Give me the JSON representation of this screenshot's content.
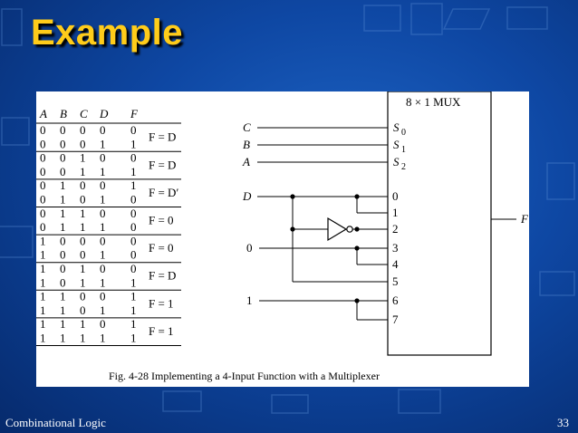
{
  "slide": {
    "title": "Example",
    "footer_left": "Combinational Logic",
    "page_number": "33"
  },
  "figure": {
    "caption": "Fig. 4-28  Implementing a 4-Input Function with a Multiplexer",
    "truth_table": {
      "headers": [
        "A",
        "B",
        "C",
        "D",
        "F"
      ],
      "rows": [
        [
          "0",
          "0",
          "0",
          "0",
          "0"
        ],
        [
          "0",
          "0",
          "0",
          "1",
          "1"
        ],
        [
          "0",
          "0",
          "1",
          "0",
          "0"
        ],
        [
          "0",
          "0",
          "1",
          "1",
          "1"
        ],
        [
          "0",
          "1",
          "0",
          "0",
          "1"
        ],
        [
          "0",
          "1",
          "0",
          "1",
          "0"
        ],
        [
          "0",
          "1",
          "1",
          "0",
          "0"
        ],
        [
          "0",
          "1",
          "1",
          "1",
          "0"
        ],
        [
          "1",
          "0",
          "0",
          "0",
          "0"
        ],
        [
          "1",
          "0",
          "0",
          "1",
          "0"
        ],
        [
          "1",
          "0",
          "1",
          "0",
          "0"
        ],
        [
          "1",
          "0",
          "1",
          "1",
          "1"
        ],
        [
          "1",
          "1",
          "0",
          "0",
          "1"
        ],
        [
          "1",
          "1",
          "0",
          "1",
          "1"
        ],
        [
          "1",
          "1",
          "1",
          "0",
          "1"
        ],
        [
          "1",
          "1",
          "1",
          "1",
          "1"
        ]
      ],
      "pair_functions": [
        "F = D",
        "F = D",
        "F = D′",
        "F = 0",
        "F = 0",
        "F = D",
        "F = 1",
        "F = 1"
      ]
    },
    "mux": {
      "label": "8 × 1 MUX",
      "select_inputs": [
        {
          "signal": "C",
          "pin": "S",
          "sub": "0"
        },
        {
          "signal": "B",
          "pin": "S",
          "sub": "1"
        },
        {
          "signal": "A",
          "pin": "S",
          "sub": "2"
        }
      ],
      "data_pins": [
        "0",
        "1",
        "2",
        "3",
        "4",
        "5",
        "6",
        "7"
      ],
      "input_D": "D",
      "input_zero": "0",
      "input_one": "1",
      "output": "F"
    }
  }
}
